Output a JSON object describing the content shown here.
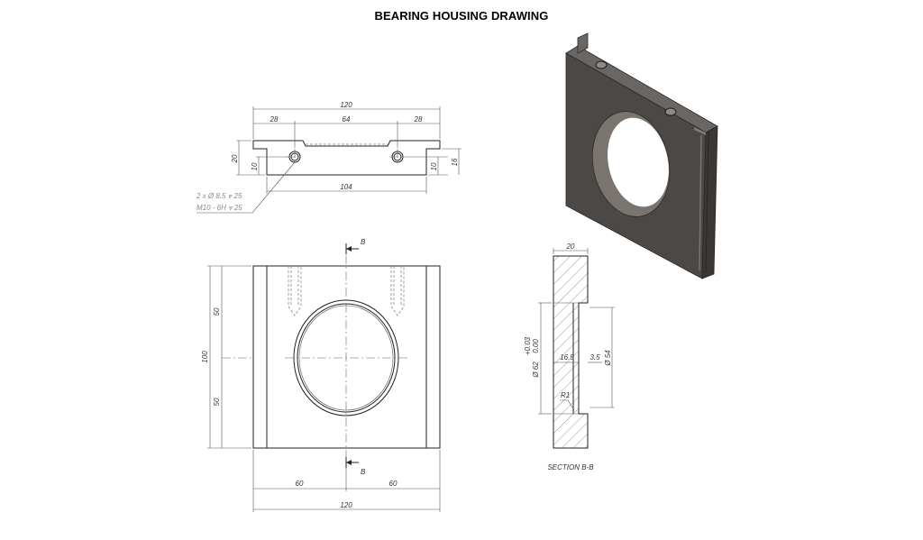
{
  "title": "BEARING HOUSING DRAWING",
  "top_view": {
    "dim_overall": "120",
    "dim_left": "28",
    "dim_middle": "64",
    "dim_right": "28",
    "dim_height": "20",
    "dim_hole_left": "10",
    "dim_hole_right": "10",
    "dim_flange": "16",
    "dim_hole_spacing": "104",
    "note_line1": "2 x Ø 8.5 ⩔ 25",
    "note_line2": "M10 - 6H ⩔ 25"
  },
  "front_view": {
    "section_mark_top": "B",
    "section_mark_bottom": "B",
    "dim_total_height": "100",
    "dim_upper": "50",
    "dim_lower": "50",
    "dim_left_width": "60",
    "dim_right_width": "60",
    "dim_total_width": "120"
  },
  "section_view": {
    "dim_thickness": "20",
    "dim_bore_tol_upper": "+0.03",
    "dim_bore_tol_lower": "0.00",
    "dim_bore": "Ø 62",
    "dim_depth": "16.5",
    "dim_step": "3.5",
    "dim_shoulder": "Ø 54",
    "dim_radius": "R1",
    "label": "SECTION B-B"
  },
  "colors": {
    "line": "#222222",
    "dimension": "#555555",
    "iso_face": "#4b4846",
    "iso_top": "#6a6663",
    "iso_side": "#3a3735"
  }
}
